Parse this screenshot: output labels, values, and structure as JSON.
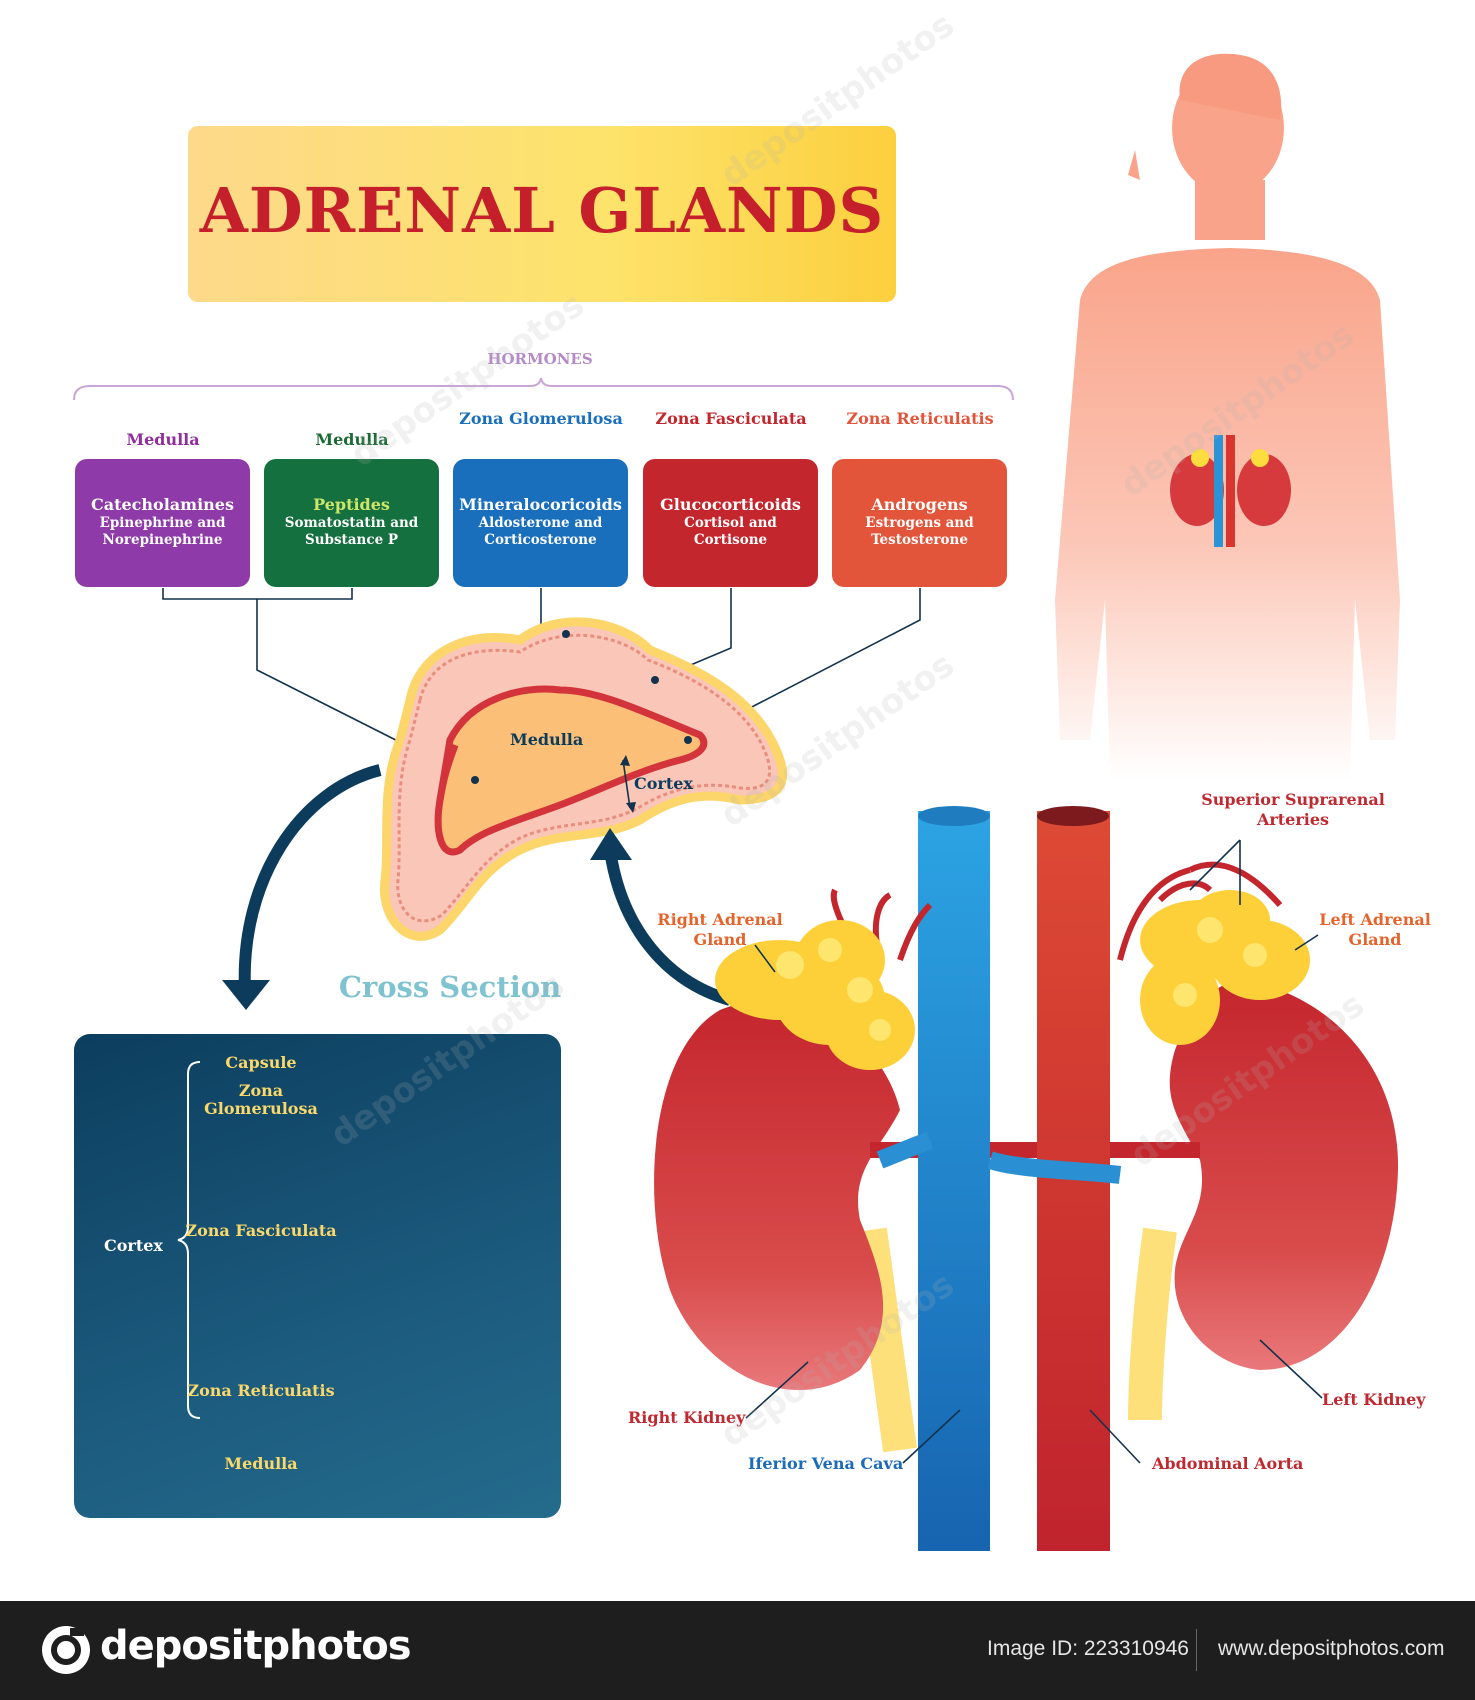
{
  "title": "ADRENAL GLANDS",
  "hormones_label": "HORMONES",
  "zones": [
    {
      "head": "Medulla",
      "name": "Catecholamines",
      "sub": "Epinephrine and Norepinephrine",
      "color": "#8e3aa8",
      "head_color": "#8e2f9c"
    },
    {
      "head": "Medulla",
      "name": "Peptides",
      "sub": "Somatostatin and Substance P",
      "color": "#14703e",
      "head_color": "#1c6b35"
    },
    {
      "head": "Zona Glomerulosa",
      "name": "Mineralocoricoids",
      "sub": "Aldosterone and Corticosterone",
      "color": "#1a6fbd",
      "head_color": "#1a6fbd"
    },
    {
      "head": "Zona Fasciculata",
      "name": "Glucocorticoids",
      "sub": "Cortisol and Cortisone",
      "color": "#c4262d",
      "head_color": "#c4262d"
    },
    {
      "head": "Zona Reticulatis",
      "name": "Androgens",
      "sub": "Estrogens and Testosterone",
      "color": "#e2553a",
      "head_color": "#e2553a"
    }
  ],
  "gland_labels": {
    "medulla": "Medulla",
    "cortex": "Cortex"
  },
  "cross_section": {
    "title": "Cross Section",
    "capsule": "Capsule",
    "glomerulosa": "Zona Glomerulosa",
    "fasciculata": "Zona Fasciculata",
    "reticulatis": "Zona Reticulatis",
    "medulla": "Medulla",
    "cortex": "Cortex"
  },
  "anatomy_labels": {
    "superior_arteries": "Superior Suprarenal Arteries",
    "right_adrenal": "Right Adrenal Gland",
    "left_adrenal": "Left Adrenal Gland",
    "right_kidney": "Right Kidney",
    "left_kidney": "Left Kidney",
    "vena_cava": "Iferior Vena Cava",
    "aorta": "Abdominal Aorta"
  },
  "footer": {
    "logo": "depositphotos",
    "image_id": "Image ID: 223310946",
    "site": "www.depositphotos.com"
  },
  "watermark": "depositphotos"
}
